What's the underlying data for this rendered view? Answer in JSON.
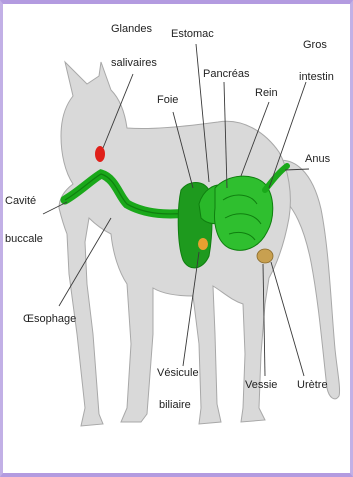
{
  "labels": {
    "glandes_1": "Glandes",
    "glandes_2": "salivaires",
    "estomac": "Estomac",
    "pancreas": "Pancréas",
    "foie": "Foie",
    "rein": "Rein",
    "gros_intestin_1": "Gros",
    "gros_intestin_2": "intestin",
    "anus": "Anus",
    "cavite_1": "Cavité",
    "cavite_2": "buccale",
    "oesophage": "Œsophage",
    "vesicule_1": "Vésicule",
    "vesicule_2": "biliaire",
    "vessie": "Vessie",
    "uretre": "Urètre"
  },
  "colors": {
    "body": "#d8d8d8",
    "body_outline": "#a8a8a8",
    "tract": "#1aa81a",
    "tract_dark": "#0f7f0f",
    "gland": "#e0201a",
    "liver": "#1e9a1e",
    "kidney": "#b07a3a",
    "gall": "#e8a030"
  }
}
